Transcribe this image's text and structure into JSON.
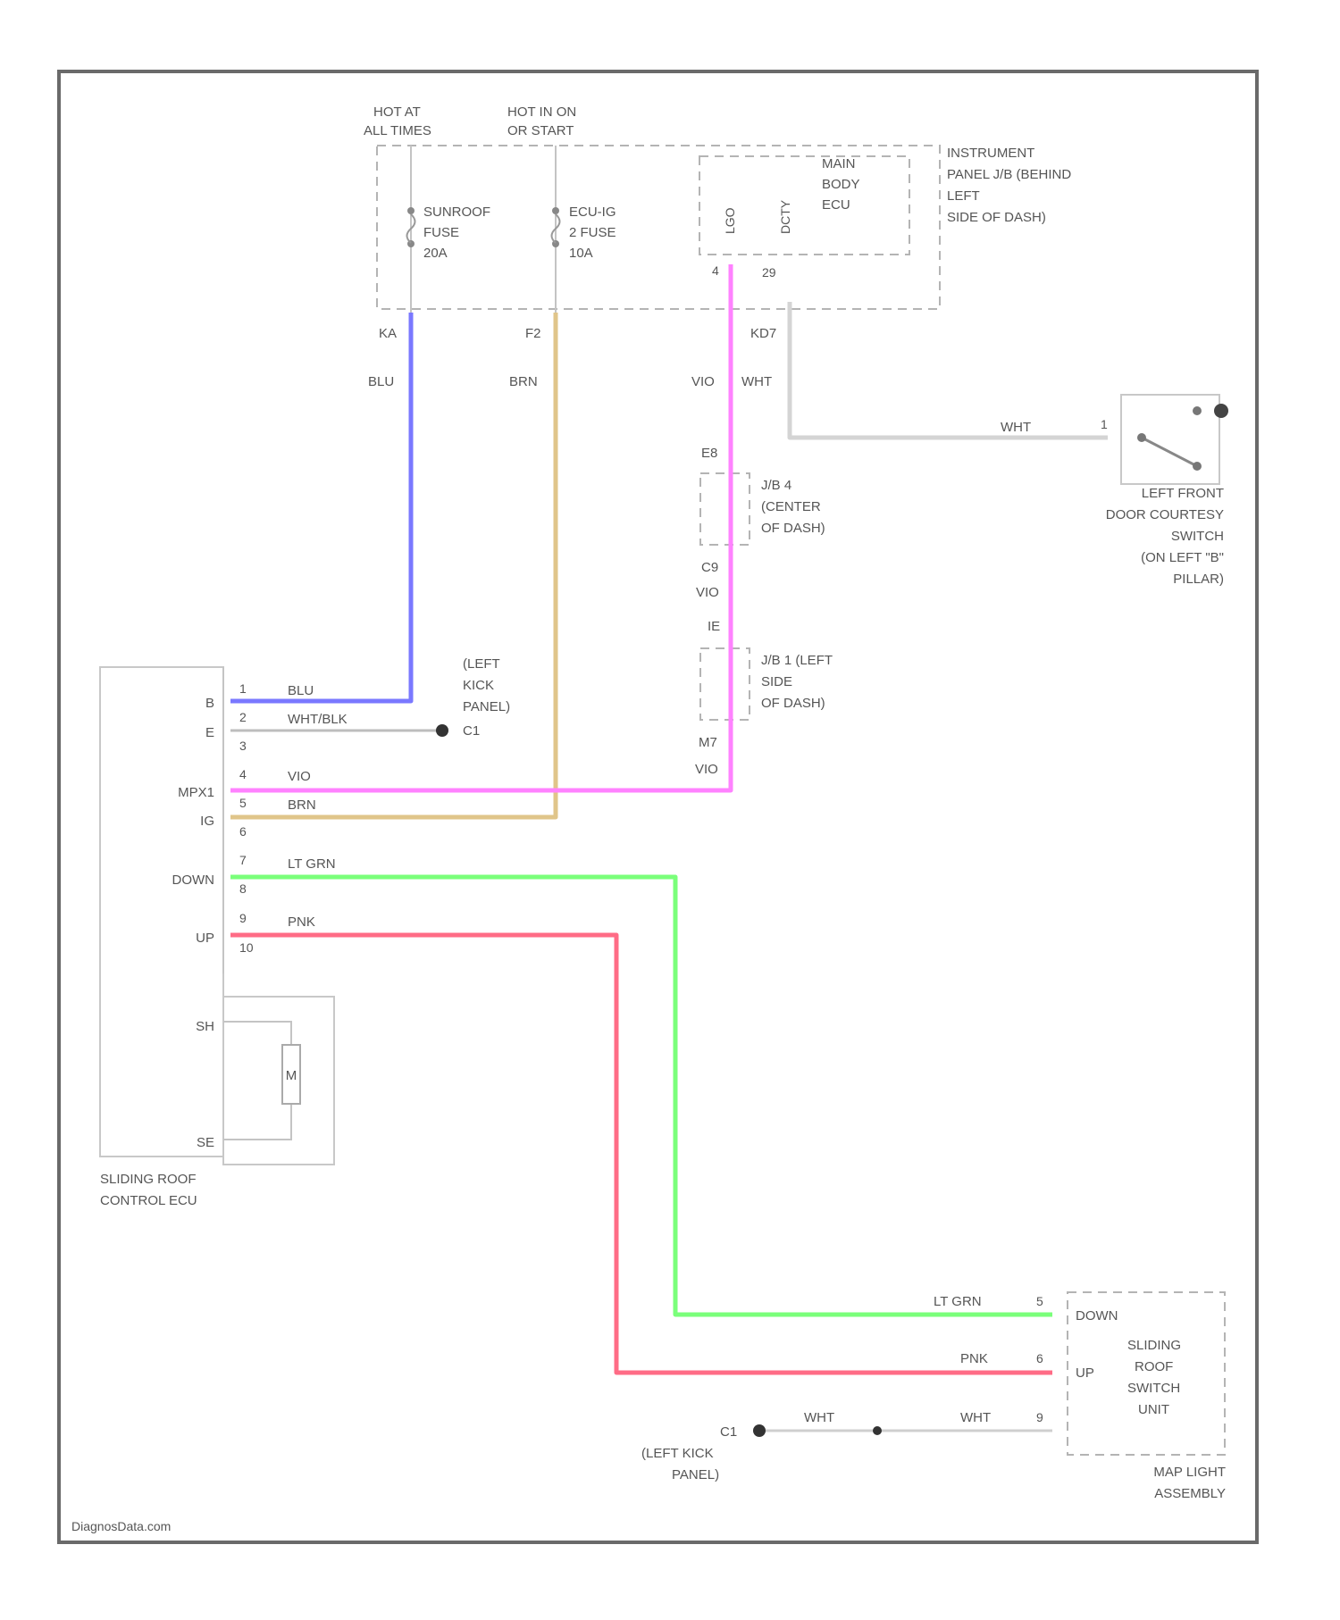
{
  "colors": {
    "blu": "#7a78ff",
    "brn": "#e0c58a",
    "vio": "#ff82ff",
    "lt_grn": "#7aff7a",
    "pnk": "#ff6c86",
    "wht": "#d4d4d4",
    "border": "#6a6a6a"
  },
  "header": {
    "hot_at_all_times_1": "HOT AT",
    "hot_at_all_times_2": "ALL TIMES",
    "hot_in_on_1": "HOT IN ON",
    "hot_in_on_2": "OR START"
  },
  "ip_jb": {
    "label_1": "INSTRUMENT",
    "label_2": "PANEL J/B (BEHIND",
    "label_3": "LEFT",
    "label_4": "SIDE OF DASH)"
  },
  "fuses": {
    "sunroof_1": "SUNROOF",
    "sunroof_2": "FUSE",
    "sunroof_3": "20A",
    "ecu_ig_1": "ECU-IG",
    "ecu_ig_2": "2 FUSE",
    "ecu_ig_3": "10A"
  },
  "main_body_ecu": {
    "label_1": "MAIN",
    "label_2": "BODY",
    "label_3": "ECU",
    "pin_left_name": "LGO",
    "pin_right_name": "DCTY",
    "pin_left_num": "4",
    "pin_right_num": "29"
  },
  "connectors": {
    "ka": "KA",
    "f2": "F2",
    "kd": "KD7",
    "e8": "E8",
    "c9": "C9",
    "ie": "IE",
    "m7": "M7"
  },
  "wire_labels": {
    "blu": "BLU",
    "brn": "BRN",
    "vio_wht": "VIO",
    "wht_top": "WHT",
    "wht_switch": "WHT",
    "vio_mid": "VIO",
    "vio_bottom": "VIO"
  },
  "junction_blocks": {
    "jb4_1": "J/B 4",
    "jb4_2": "(CENTER",
    "jb4_3": "OF DASH)",
    "jb1_1": "J/B 1 (LEFT",
    "jb1_2": "SIDE",
    "jb1_3": "OF DASH)"
  },
  "courtesy_switch": {
    "pin": "1",
    "label_1": "LEFT FRONT",
    "label_2": "DOOR COURTESY",
    "label_3": "SWITCH",
    "label_4": "(ON LEFT \"B\"",
    "label_5": "PILLAR)"
  },
  "control_ecu": {
    "label_1": "SLIDING ROOF",
    "label_2": "CONTROL ECU",
    "pin_b": "B",
    "pin_e": "E",
    "pin_mpx1": "MPX1",
    "pin_ig": "IG",
    "pin_down": "DOWN",
    "pin_up": "UP",
    "pin_sh": "SH",
    "pin_se": "SE",
    "motor": "M",
    "pin_nums": [
      "1",
      "2",
      "3",
      "4",
      "5",
      "6",
      "7",
      "8",
      "9",
      "10"
    ]
  },
  "ecu_wires": {
    "blu": "BLU",
    "wht_blk": "WHT/BLK",
    "vio": "VIO",
    "brn": "BRN",
    "lt_grn": "LT GRN",
    "pnk": "PNK"
  },
  "ground": {
    "kick_1": "(LEFT",
    "kick_2": "KICK",
    "kick_3": "PANEL)",
    "c1_top": "C1",
    "c1_bottom": "C1",
    "bottom_kick_1": "(LEFT KICK",
    "bottom_kick_2": "PANEL)"
  },
  "roof_switch": {
    "lt_grn": "LT GRN",
    "pnk": "PNK",
    "wht_1": "WHT",
    "wht_2": "WHT",
    "pin_5": "5",
    "pin_6": "6",
    "pin_9": "9",
    "down": "DOWN",
    "up": "UP",
    "unit_1": "SLIDING",
    "unit_2": "ROOF",
    "unit_3": "SWITCH",
    "unit_4": "UNIT",
    "map_1": "MAP LIGHT",
    "map_2": "ASSEMBLY"
  },
  "footer": {
    "watermark": "DiagnosData.com"
  }
}
